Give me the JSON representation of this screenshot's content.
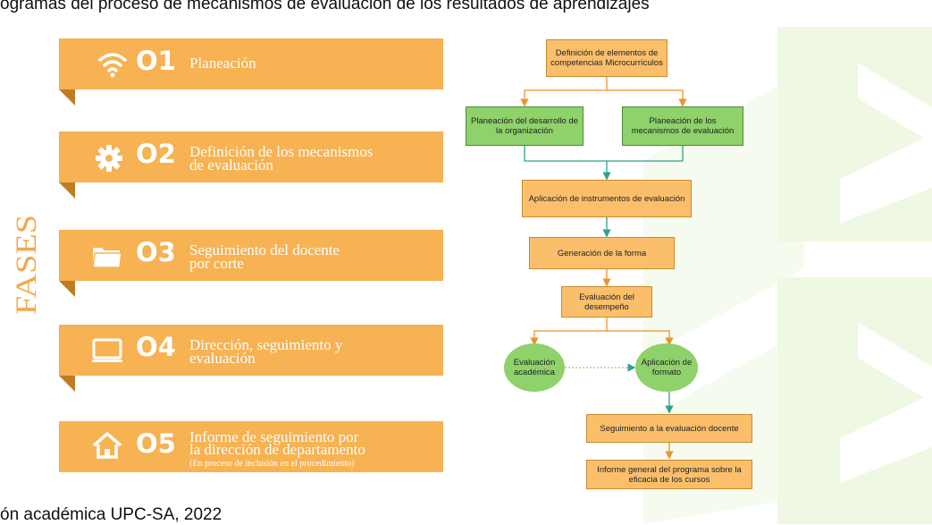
{
  "top_caption": "ogramas del proceso de mecanismos de evaluación de los resultados de aprendizajes",
  "bottom_caption": "ón académica UPC-SA, 2022",
  "fases_label": "FASES",
  "phases": [
    {
      "number": "O1",
      "icon": "wifi-icon",
      "line1": "Planeación",
      "line2": "",
      "note": ""
    },
    {
      "number": "O2",
      "icon": "gear-icon",
      "line1": "Definición de los mecanismos",
      "line2": "de evaluación",
      "note": ""
    },
    {
      "number": "O3",
      "icon": "folder-icon",
      "line1": "Seguimiento del docente",
      "line2": "por corte",
      "note": ""
    },
    {
      "number": "O4",
      "icon": "monitor-icon",
      "line1": "Dirección, seguimiento y",
      "line2": "evaluación",
      "note": ""
    },
    {
      "number": "O5",
      "icon": "home-icon",
      "line1": "Informe de seguimiento por",
      "line2": "la dirección de departamento",
      "note": "(En proceso de inclusión en el procedimiento)"
    }
  ],
  "flow": {
    "definicion": "Definición de elementos de competencias Microcurrículos",
    "plan_desarrollo": "Planeación del desarrollo de la organización",
    "plan_mecanismos": "Planeación de los mecanismos de evaluación",
    "aplicacion_instrumentos": "Aplicación de instrumentos de evaluación",
    "generacion_forma": "Generación de la forma",
    "evaluacion_desempeno": "Evaluación del desempeño",
    "evaluacion_academica": "Evaluación académica",
    "aplicacion_formato": "Aplicación de formato",
    "seguimiento": "Seguimiento a la evaluación docente",
    "informe_general": "Informe general del programa sobre la eficacia de los cursos"
  },
  "colors": {
    "phase_band": "#f6b253",
    "phase_fold": "#bf7c23",
    "box_orange": "#fbbf6c",
    "box_green": "#8fd16a",
    "arrow_orange": "#e8952c",
    "arrow_teal": "#2aa38e",
    "watermark": "#eef8e2"
  }
}
